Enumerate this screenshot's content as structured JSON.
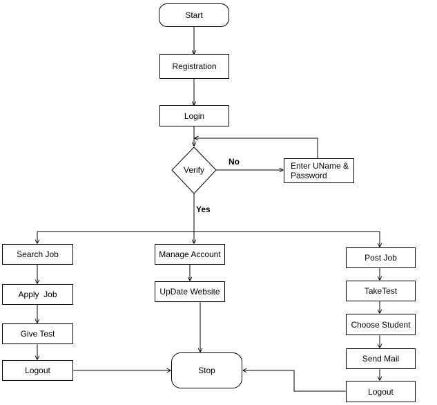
{
  "nodes": {
    "start": "Start",
    "registration": "Registration",
    "login": "Login",
    "verify": "Verify",
    "enter_credentials": "Enter UName & Password",
    "search_job": "Search Job",
    "apply_job": "Apply  Job",
    "give_test": "Give Test",
    "logout_left": "Logout",
    "manage_account": "Manage Account",
    "update_website": "UpDate Website",
    "post_job": "Post Job",
    "take_test": "TakeTest",
    "choose_student": "Choose Student",
    "send_mail": "Send Mail",
    "logout_right": "Logout",
    "stop": "Stop"
  },
  "edge_labels": {
    "no": "No",
    "yes": "Yes"
  },
  "colors": {
    "stroke": "#000000",
    "background": "#ffffff"
  }
}
